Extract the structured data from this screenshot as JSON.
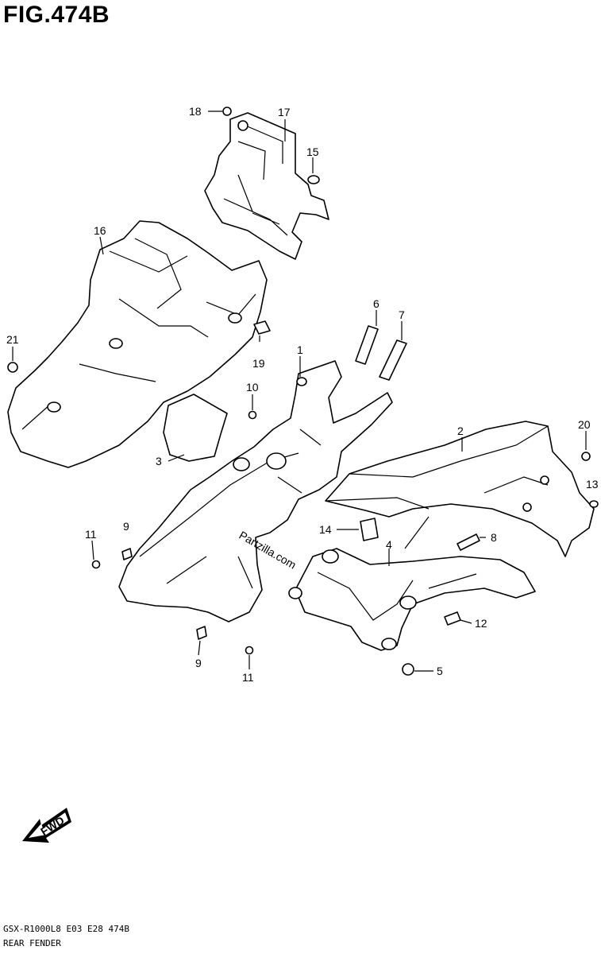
{
  "figure": {
    "title": "FIG.474B",
    "model_code": "GSX-R1000L8 E03 E28 474B",
    "name": "REAR FENDER"
  },
  "watermark": "Partzilla.com",
  "arrow": {
    "label": "FWD"
  },
  "callouts": {
    "c1": "1",
    "c2": "2",
    "c3": "3",
    "c4": "4",
    "c5": "5",
    "c6": "6",
    "c7": "7",
    "c8": "8",
    "c9a": "9",
    "c9b": "9",
    "c10": "10",
    "c11a": "11",
    "c11b": "11",
    "c12": "12",
    "c13": "13",
    "c14": "14",
    "c15": "15",
    "c16": "16",
    "c17": "17",
    "c18": "18",
    "c19": "19",
    "c20": "20",
    "c21": "21"
  }
}
